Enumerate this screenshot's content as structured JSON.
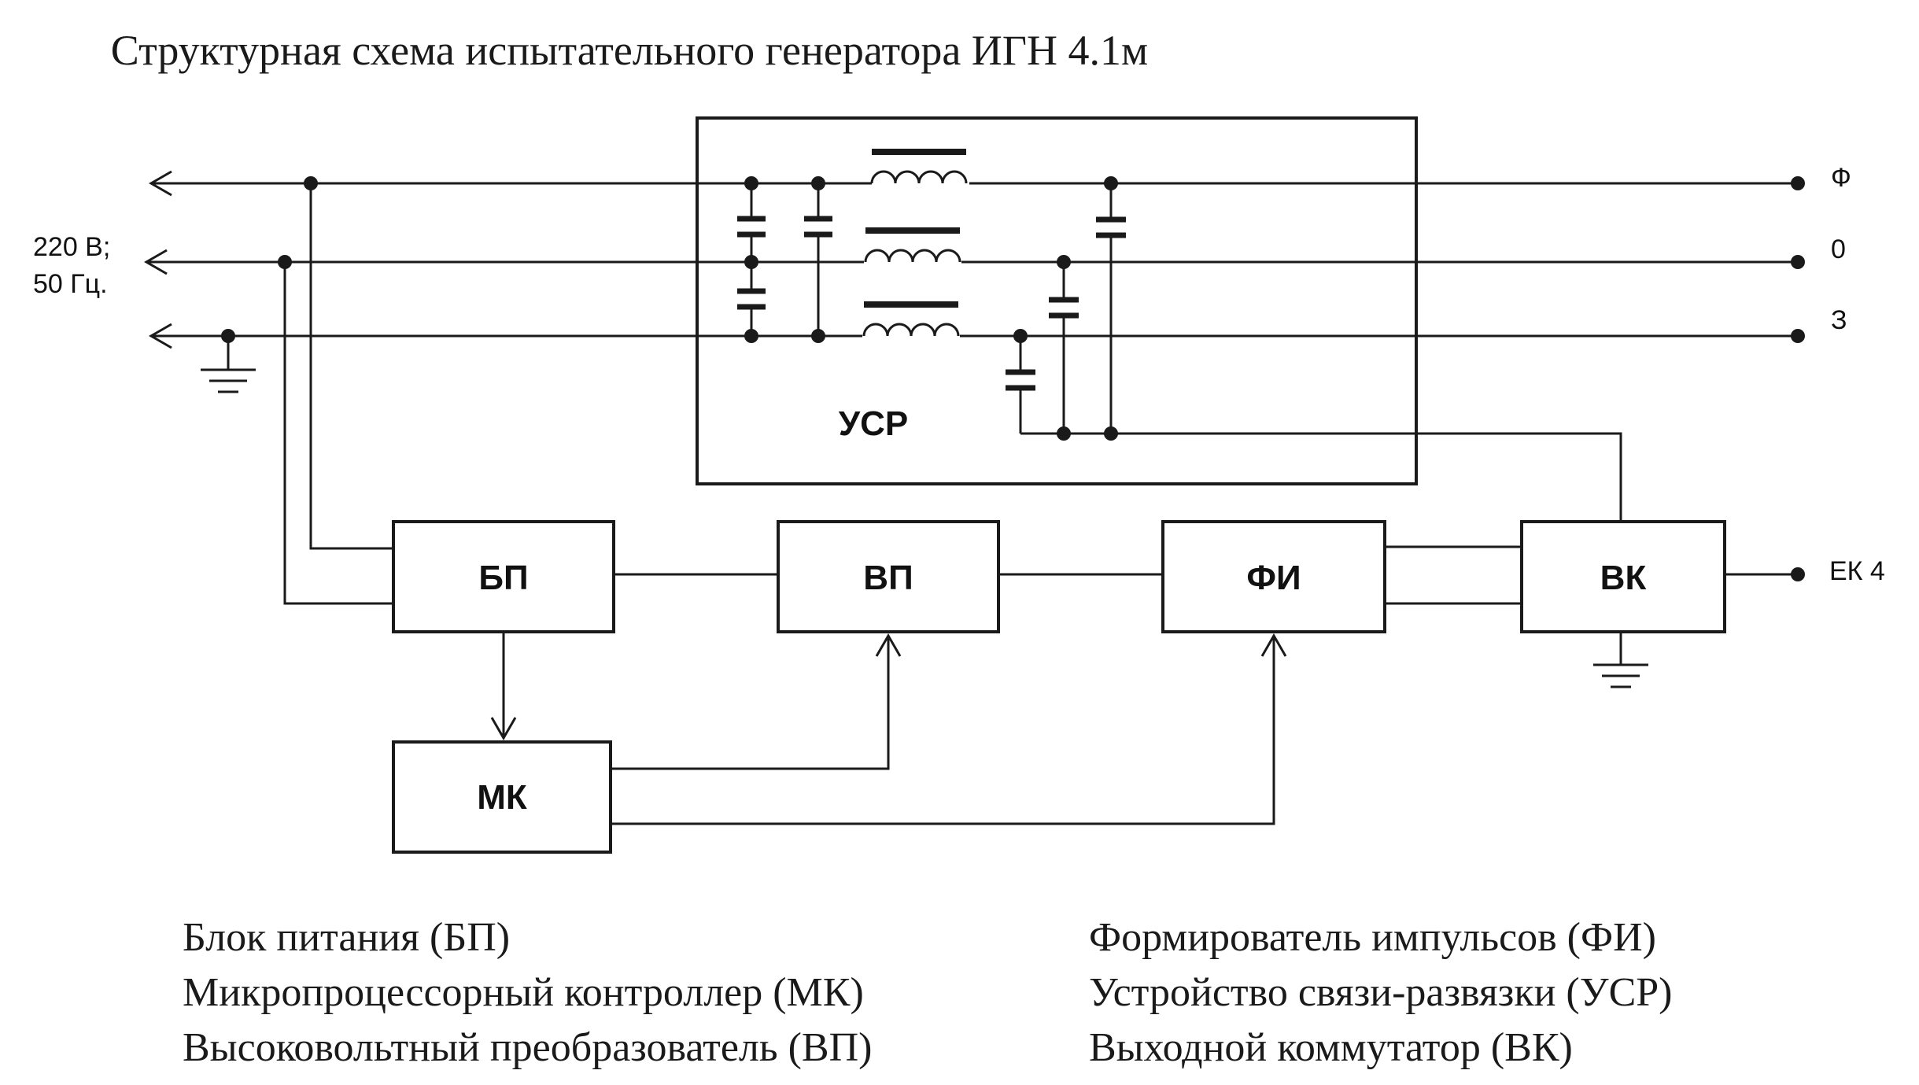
{
  "title": "Структурная схема испытательного генератора ИГН 4.1м",
  "input_label": [
    "220 В;",
    "50 Гц."
  ],
  "line_labels": [
    "Ф",
    "0",
    "З"
  ],
  "output_label": "ЕК 4",
  "blocks": {
    "usr": "УСР",
    "bp": "БП",
    "vp": "ВП",
    "fi": "ФИ",
    "vk": "ВК",
    "mk": "МК"
  },
  "legend": {
    "left": [
      "Блок питания (БП)",
      "Микропроцессорный контроллер (МК)",
      "Высоковольтный преобразователь (ВП)"
    ],
    "right": [
      "Формирователь импульсов (ФИ)",
      "Устройство связи-развязки (УСР)",
      "Выходной коммутатор (ВК)"
    ]
  }
}
